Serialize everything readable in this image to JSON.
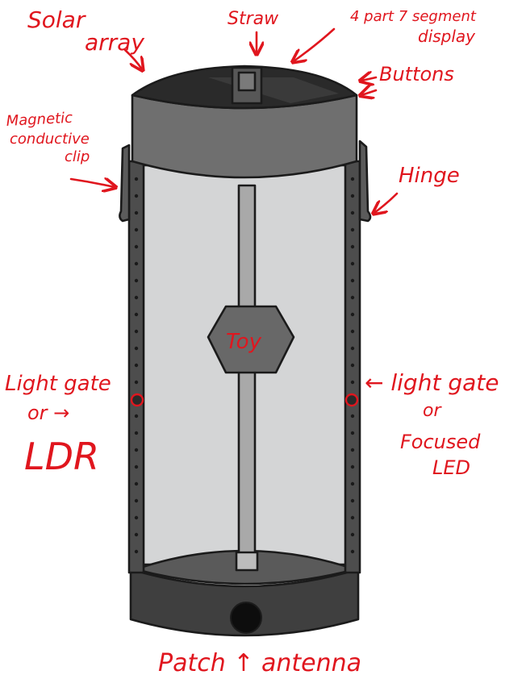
{
  "labels": {
    "solar_line1": "Solar",
    "solar_line2": "array",
    "straw": "Straw",
    "display_line1": "4 part 7 segment",
    "display_line2": "display",
    "buttons": "Buttons",
    "clip_line1": "Magnetic",
    "clip_line2": "conductive",
    "clip_line3": "clip",
    "hinge": "Hinge",
    "toy": "Toy",
    "left_gate_line1": "Light gate",
    "left_gate_line2": "or →",
    "left_gate_line3": "LDR",
    "right_gate_line1": "← light gate",
    "right_gate_line2": "or",
    "right_gate_line3": "Focused",
    "right_gate_line4": "LED",
    "antenna": "Patch ↑ antenna"
  },
  "colors": {
    "annotation": "#e0161e",
    "lid": "#6f6f6f",
    "lid_dark": "#2e2e2e",
    "glass": "#d4d5d6",
    "frame": "#4d4d4d",
    "base": "#3f3f3f",
    "base_top": "#555555",
    "rod": "#a9a9a9",
    "hexagon": "#686868"
  },
  "icons": {
    "sensor_markers": "red-ring-icon",
    "antenna": "black-circle-icon"
  }
}
